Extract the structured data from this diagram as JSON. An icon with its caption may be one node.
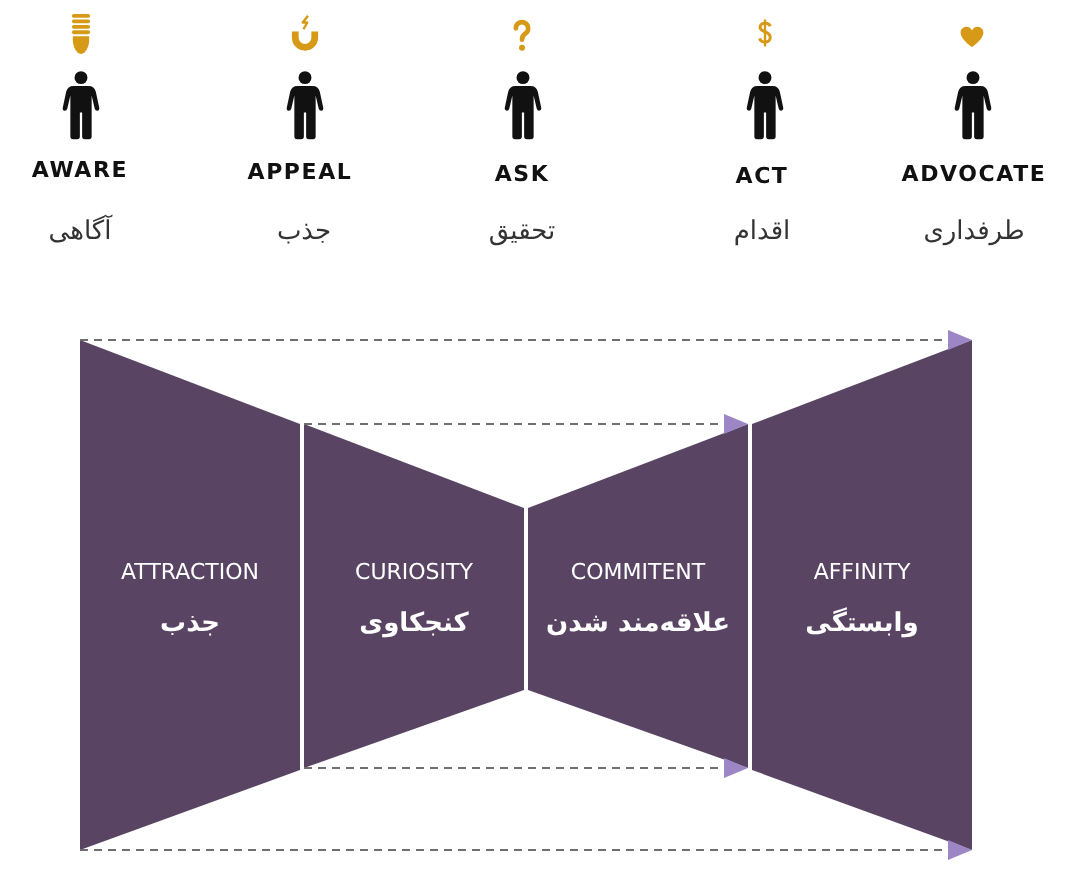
{
  "diagram": {
    "nodes": [
      {
        "text": [
          "ATTRACTION",
          "جذب"
        ]
      },
      {
        "text": [
          "CURIOSITY",
          "کنجکاوی"
        ]
      },
      {
        "text": [
          "COMMITENT",
          "علاقه‌مند شدن"
        ]
      },
      {
        "text": [
          "AFFINITY",
          "وابستگی"
        ]
      }
    ],
    "edges": [
      {
        "from": 0,
        "to": 3,
        "arrow": "to",
        "style": "dashed"
      },
      {
        "from": 1,
        "to": 2,
        "arrow": "to",
        "style": "dashed"
      },
      {
        "from": 1,
        "to": 2,
        "arrow": "to",
        "style": "dashed"
      },
      {
        "from": 0,
        "to": 3,
        "arrow": "to",
        "style": "dashed"
      }
    ],
    "labels": [
      "AWARE",
      "APPEAL",
      "ASK",
      "ACT",
      "ADVOCATE",
      "آگاهی",
      "جذب",
      "تحقیق",
      "اقدام",
      "طرفداری"
    ]
  }
}
